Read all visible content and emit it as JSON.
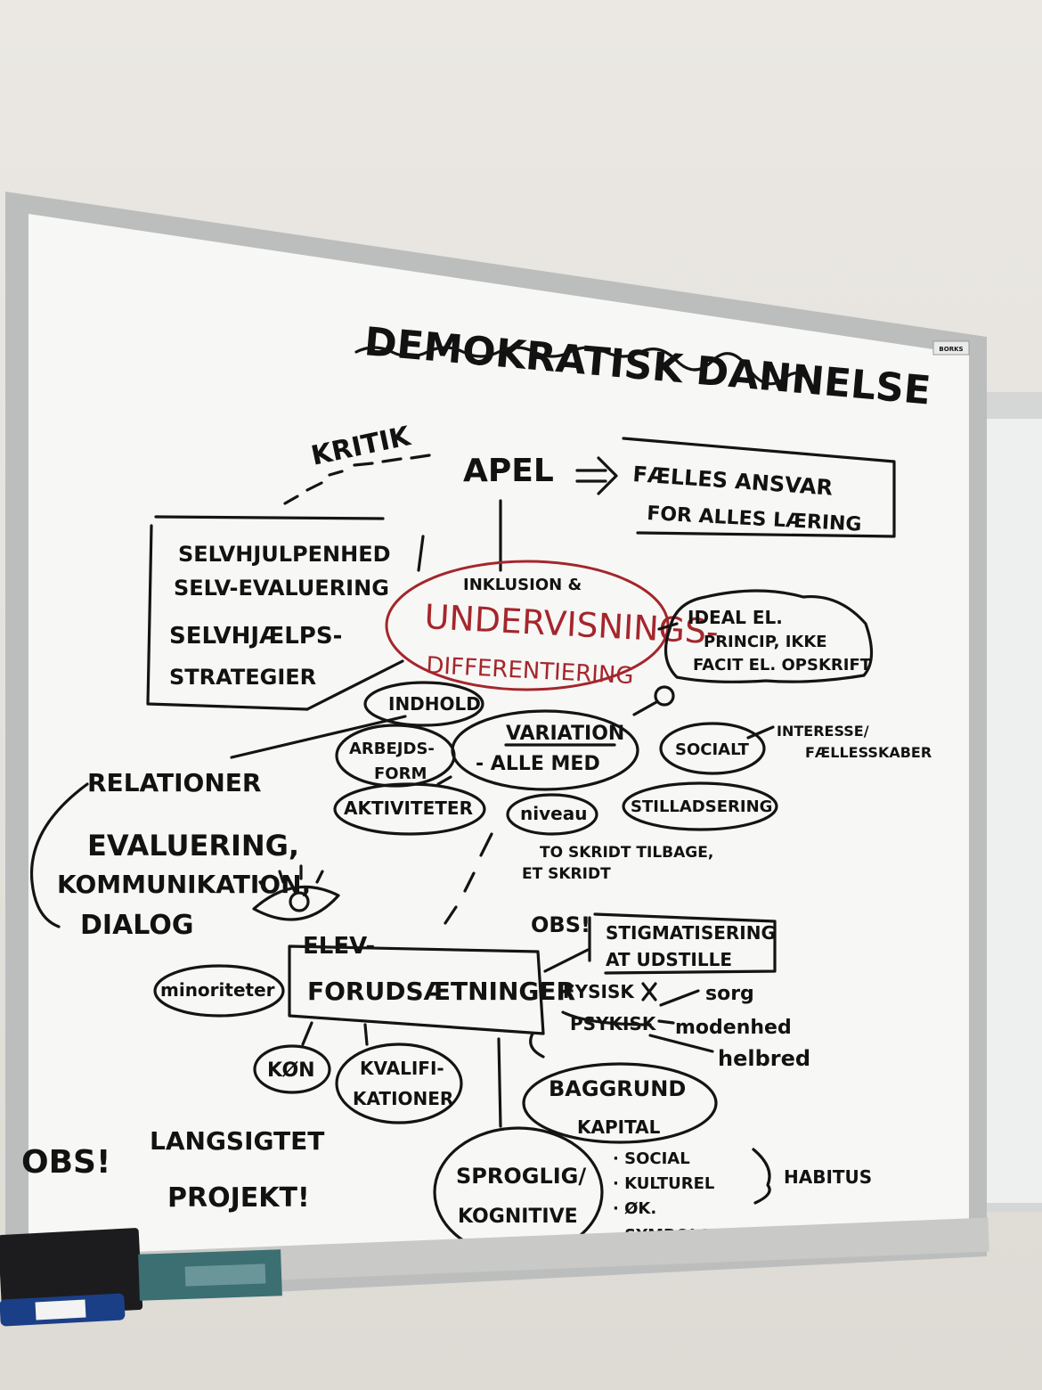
{
  "title": "DEMOKRATISK DANNELSE",
  "brand_sticker": "BORKS",
  "kritik": "KRITIK",
  "apel": "APEL",
  "faelles": [
    "FÆLLES ANSVAR",
    "FOR ALLES LÆRING"
  ],
  "selv": [
    "SELVHJULPENHED",
    "SELV-EVALUERING",
    "SELVHJÆLPS-",
    "STRATEGIER"
  ],
  "center": {
    "small": "INKLUSION &",
    "line1": "UNDERVISNINGS-",
    "line2": "DIFFERENTIERING"
  },
  "ideal": [
    "IDEAL EL.",
    "PRINCIP, IKKE",
    "FACIT EL. OPSKRIFT"
  ],
  "indhold": "INDHOLD",
  "variation": [
    "VARIATION",
    "- ALLE MED"
  ],
  "arbejdsform": [
    "ARBEJDS-",
    "FORM"
  ],
  "socialt": "SOCIALT",
  "interesse": [
    "INTERESSE/",
    "FÆLLESSKABER"
  ],
  "aktiviteter": "AKTIVITETER",
  "niveau": "niveau",
  "stilladsering": "STILLADSERING",
  "toskridt": [
    "TO SKRIDT TILBAGE,",
    "ET SKRIDT"
  ],
  "relationer": "RELATIONER",
  "evaluering": [
    "EVALUERING,",
    "KOMMUNIKATION,",
    "DIALOG"
  ],
  "elev": [
    "ELEV-",
    "FORUDSÆTNINGER"
  ],
  "obs_small": "OBS!",
  "stigma": [
    "STIGMATISERING",
    "AT UDSTILLE"
  ],
  "minoriteter": "minoriteter",
  "fysisk": "FYSISK",
  "psykisk": "PSYKISK",
  "sorg": "sorg",
  "modenhed": "modenhed",
  "helbred": "helbred",
  "kon": "KØN",
  "kvalifikationer": [
    "KVALIFI-",
    "KATIONER"
  ],
  "baggrund": "BAGGRUND",
  "kapital": "KAPITAL",
  "kapital_items": [
    "· SOCIAL",
    "· KULTUREL",
    "· ØK.",
    "· SYMBOLSK"
  ],
  "habitus": "HABITUS",
  "obs_big": "OBS!",
  "langsigtet": [
    "LANGSIGTET",
    "PROJEKT!"
  ],
  "sproglig": [
    "SPROGLIG/",
    "KOGNITIVE"
  ],
  "colors": {
    "ink": "#141414",
    "red_ink": "#a4262c",
    "board": "#f7f7f5",
    "frame": "#b9bbbb"
  }
}
